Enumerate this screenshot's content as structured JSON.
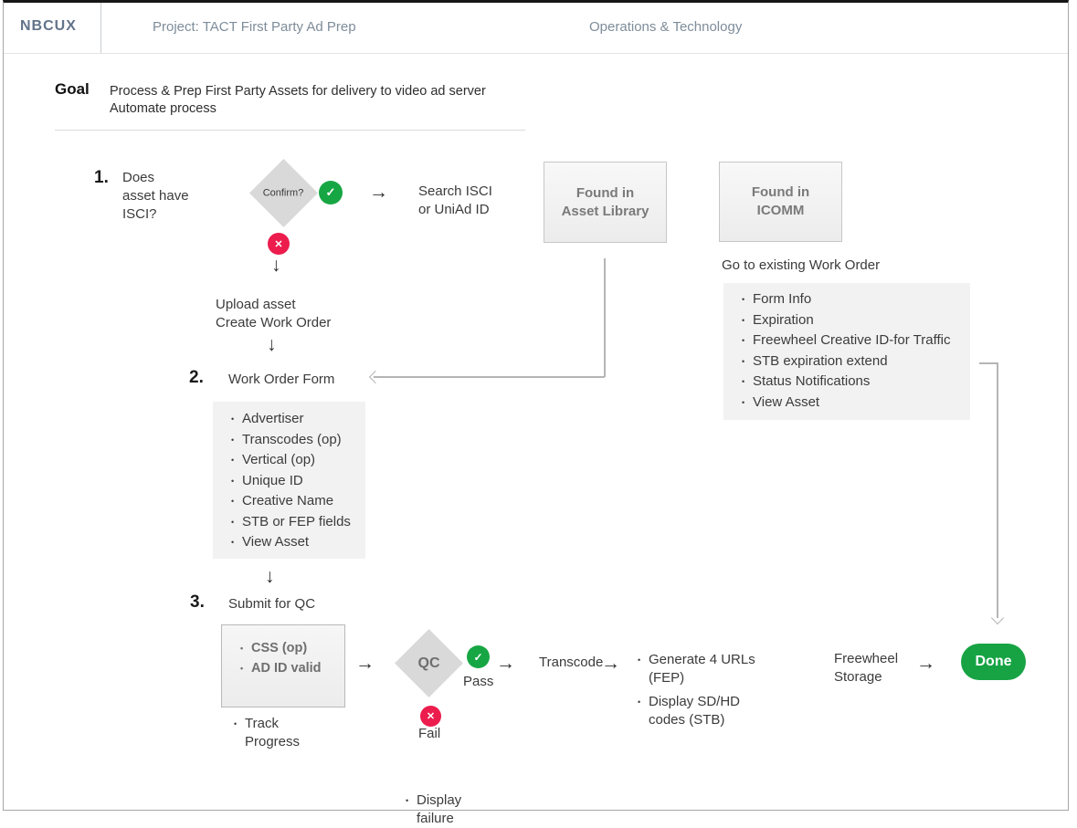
{
  "header": {
    "brand": "NBCUX",
    "project": "Project: TACT First Party Ad Prep",
    "org": "Operations & Technology"
  },
  "goal": {
    "label": "Goal",
    "text": "Process & Prep First Party Assets for delivery to video ad server\nAutomate process"
  },
  "icons": {
    "check": "✓",
    "cross": "✕",
    "arrow_right": "→",
    "arrow_down": "↓"
  },
  "colors": {
    "pass_green": "#17A644",
    "fail_red": "#EC1C4D",
    "done_green": "#17A344",
    "diamond_gray": "#D9D9D9",
    "connector_gray": "#B5B5B5",
    "header_blue_gray": "#7E8C9A"
  },
  "step1": {
    "number": "1.",
    "question": "Does\nasset have\nISCI?",
    "decision_label": "Confirm?",
    "search_label": "Search ISCI\nor UniAd ID",
    "found_asset_library": "Found in\nAsset Library",
    "found_icomm": "Found in\nICOMM",
    "upload_label": "Upload asset\nCreate Work Order"
  },
  "step2": {
    "number": "2.",
    "title": "Work Order Form",
    "items": [
      "Advertiser",
      "Transcodes (op)",
      "Vertical (op)",
      "Unique ID",
      "Creative Name",
      "STB or FEP fields",
      "View Asset"
    ]
  },
  "existing_work_order": {
    "title": "Go to existing Work Order",
    "items": [
      "Form Info",
      "Expiration",
      "Freewheel Creative ID-for Traffic",
      "STB expiration extend",
      "Status Notifications",
      "View Asset"
    ]
  },
  "step3": {
    "number": "3.",
    "title": "Submit for QC",
    "qc_items": [
      "CSS (op)",
      "AD ID valid"
    ],
    "track_label": "Track\nProgress",
    "decision_label": "QC",
    "pass_label": "Pass",
    "fail_label": "Fail",
    "fail_note": "Display\nfailure",
    "transcode_label": "Transcode",
    "outputs": [
      "Generate 4 URLs\n(FEP)",
      "Display SD/HD\ncodes (STB)"
    ],
    "storage_label": "Freewheel\nStorage",
    "done_label": "Done"
  }
}
